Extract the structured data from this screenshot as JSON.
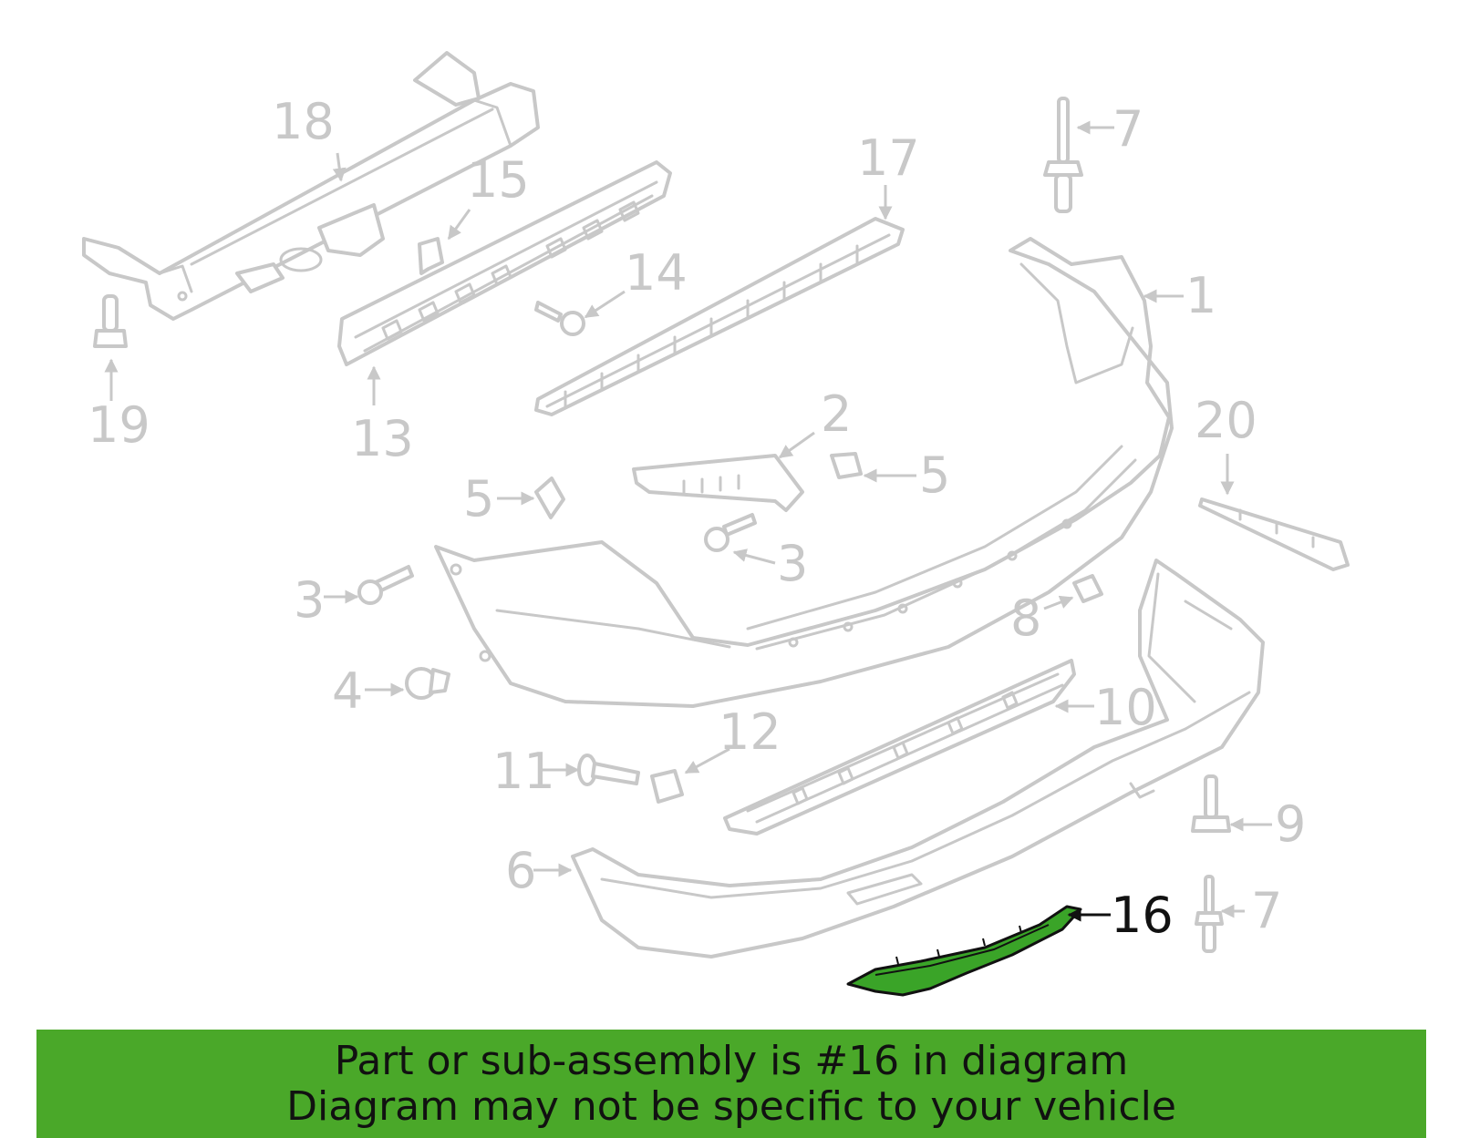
{
  "diagram": {
    "callouts": {
      "c1": "1",
      "c2": "2",
      "c3a": "3",
      "c3b": "3",
      "c4": "4",
      "c5a": "5",
      "c5b": "5",
      "c6": "6",
      "c7a": "7",
      "c7b": "7",
      "c8": "8",
      "c9": "9",
      "c10": "10",
      "c11": "11",
      "c12": "12",
      "c13": "13",
      "c14": "14",
      "c15": "15",
      "c16": "16",
      "c17": "17",
      "c18": "18",
      "c19": "19",
      "c20": "20"
    },
    "highlighted_part": "16",
    "colors": {
      "part_outline": "#c8c8c8",
      "highlight_fill": "#3aa428",
      "highlight_outline": "#111111"
    }
  },
  "banner": {
    "line1": "Part or sub-assembly is #16 in diagram",
    "line2": "Diagram may not be specific to your vehicle",
    "background": "#4aa829"
  }
}
